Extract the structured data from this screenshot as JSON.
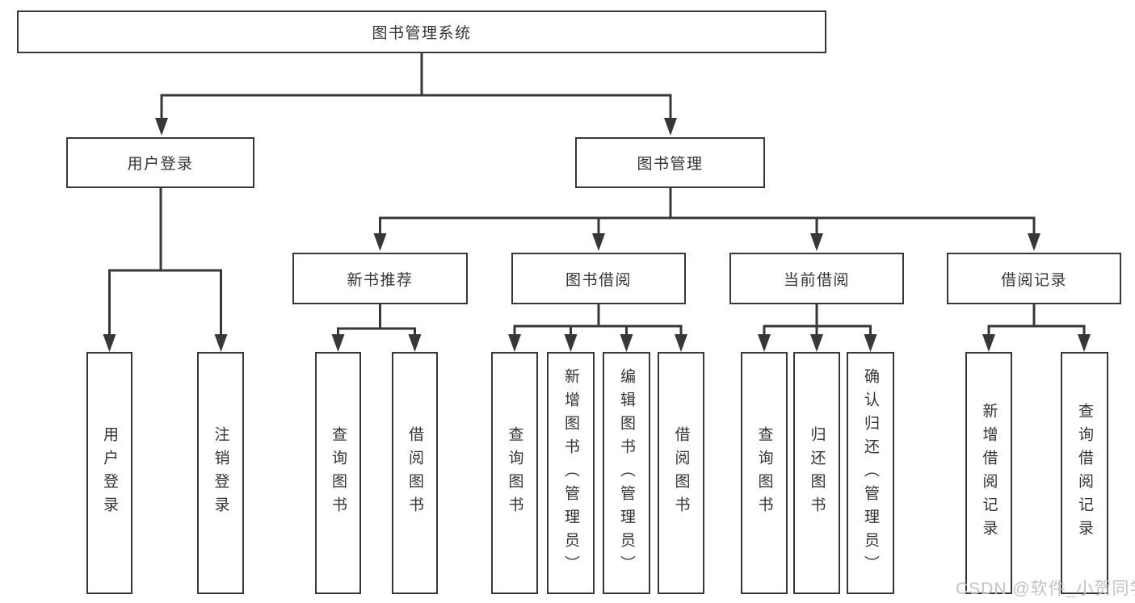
{
  "tree": {
    "root": {
      "label": "图书管理系统",
      "children": [
        {
          "label": "用户登录",
          "children": [
            {
              "label": "用户登录"
            },
            {
              "label": "注销登录"
            }
          ]
        },
        {
          "label": "图书管理",
          "children": [
            {
              "label": "新书推荐",
              "children": [
                {
                  "label": "查询图书"
                },
                {
                  "label": "借阅图书"
                }
              ]
            },
            {
              "label": "图书借阅",
              "children": [
                {
                  "label": "查询图书"
                },
                {
                  "label": "新增图书（管理员）"
                },
                {
                  "label": "编辑图书（管理员）"
                },
                {
                  "label": "借阅图书"
                }
              ]
            },
            {
              "label": "当前借阅",
              "children": [
                {
                  "label": "查询图书"
                },
                {
                  "label": "归还图书"
                },
                {
                  "label": "确认归还（管理员）"
                }
              ]
            },
            {
              "label": "借阅记录",
              "children": [
                {
                  "label": "新增借阅记录"
                },
                {
                  "label": "查询借阅记录"
                }
              ]
            }
          ]
        }
      ]
    }
  },
  "watermark": {
    "text": "CSDN @软件_小贺同学"
  },
  "colors": {
    "line": "#373737",
    "text": "#333333",
    "watermark": "#c3c3c3",
    "background": "#ffffff"
  }
}
